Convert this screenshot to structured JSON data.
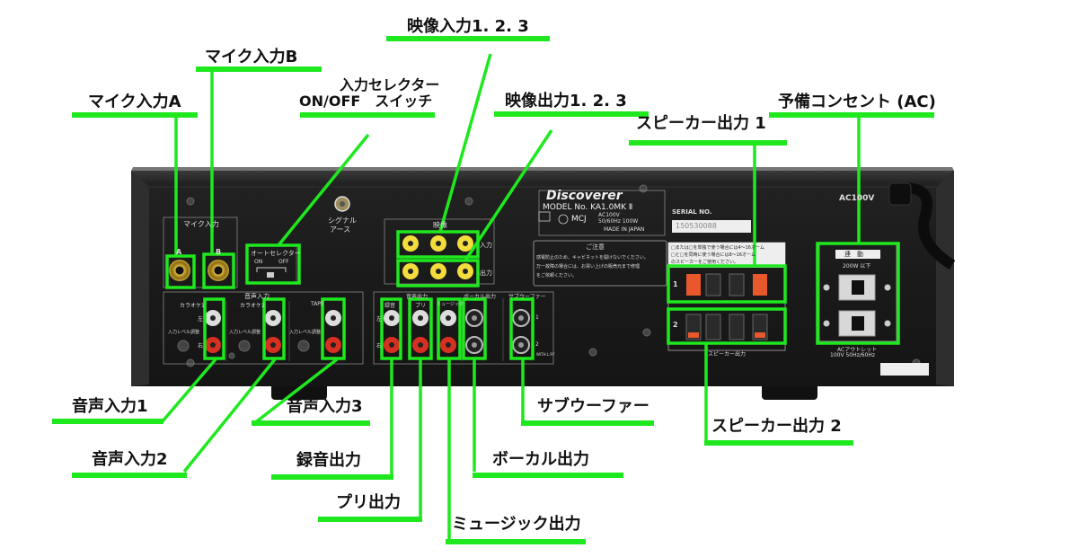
{
  "callouts": {
    "mic_a": "マイク入力A",
    "mic_b": "マイク入力B",
    "selector_line1": "入力セレクター",
    "selector_line2": "ON/OFF　スイッチ",
    "video_in": "映像入力1. 2. 3",
    "video_out": "映像出力1. 2. 3",
    "speaker1": "スピーカー出力 1",
    "outlet": "予備コンセント (AC)",
    "audio_in1": "音声入力1",
    "audio_in2": "音声入力2",
    "audio_in3": "音声入力3",
    "rec_out": "録音出力",
    "pre_out": "プリ出力",
    "music_out": "ミュージック出力",
    "vocal_out": "ボーカル出力",
    "subwoofer": "サブウーファー",
    "speaker2": "スピーカー出力 2"
  },
  "panel": {
    "brand": "Discoverer",
    "model": "MODEL  No.  KA1.0MK Ⅱ",
    "maker": "MCJ",
    "power_spec_1": "AC100V",
    "power_spec_2": "50/60Hz     100W",
    "made_in": "MADE IN JAPAN",
    "serial_title": "SERIAL NO.",
    "serial_value": "150530088",
    "ac_label": "AC100V",
    "ground_label_1": "シグナル",
    "ground_label_2": "アース",
    "mic_section": "マイク入力",
    "mic_a": "A",
    "mic_b": "B",
    "auto_selector": "オートセレクター",
    "on": "ON",
    "off": "OFF",
    "video_section": "映像",
    "video_in_tag": "入力",
    "video_out_tag": "出力",
    "caution_title": "ご注意",
    "caution_body_1": "感電防止のため、キャビネットを開けないでください。",
    "caution_body_2": "万一故障の場合には、お買い上げの販売元まで修理",
    "caution_body_3": "をご依頼ください。",
    "audio_in_section": "音声入力",
    "karaoke1": "カラオケ1",
    "karaoke2": "カラオケ2",
    "tape": "TAPE",
    "level_adjust": "入力レベル調整",
    "left": "左",
    "right": "右",
    "audio_out_section": "音声出力",
    "rec": "録音",
    "pre": "プリ",
    "music": "ミュージック",
    "vocal_out_section": "ボーカル出力",
    "sub_section": "サブウーファー",
    "sub_1": "1",
    "sub_2": "2",
    "with_lpf": "WITH L.P.F",
    "speaker_note_1": "□または□を単独で使う場合には4～16オーム",
    "speaker_note_2": "□と□を同時に使う場合には8～16オーム",
    "speaker_note_3": "のスピーカーをご使用ください。",
    "speaker_bottom": "スピーカー出力",
    "sp_1": "1",
    "sp_2": "2",
    "outlet_title": "連　動",
    "outlet_sub": "200W 以下",
    "outlet_footer_1": "ACアウトレット",
    "outlet_footer_2": "100V 50Hz/60Hz"
  },
  "colors": {
    "callout_green": "#1fe81f",
    "chassis": "#1c1c1c",
    "panel_text": "#dddddd"
  }
}
